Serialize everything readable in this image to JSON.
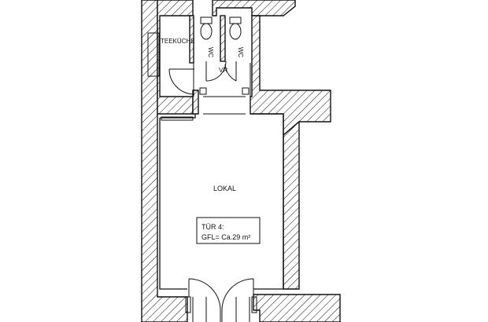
{
  "rooms": {
    "teekueche": "TEEKÜCHE",
    "wc1": "WC",
    "wc2": "WC",
    "vr": "VR",
    "lokal": "LOKAL"
  },
  "info_box": {
    "line1": "TÜR 4:",
    "line2": "GFL= Ca.29 m²"
  },
  "colors": {
    "line": "#111111",
    "background": "#ffffff"
  }
}
